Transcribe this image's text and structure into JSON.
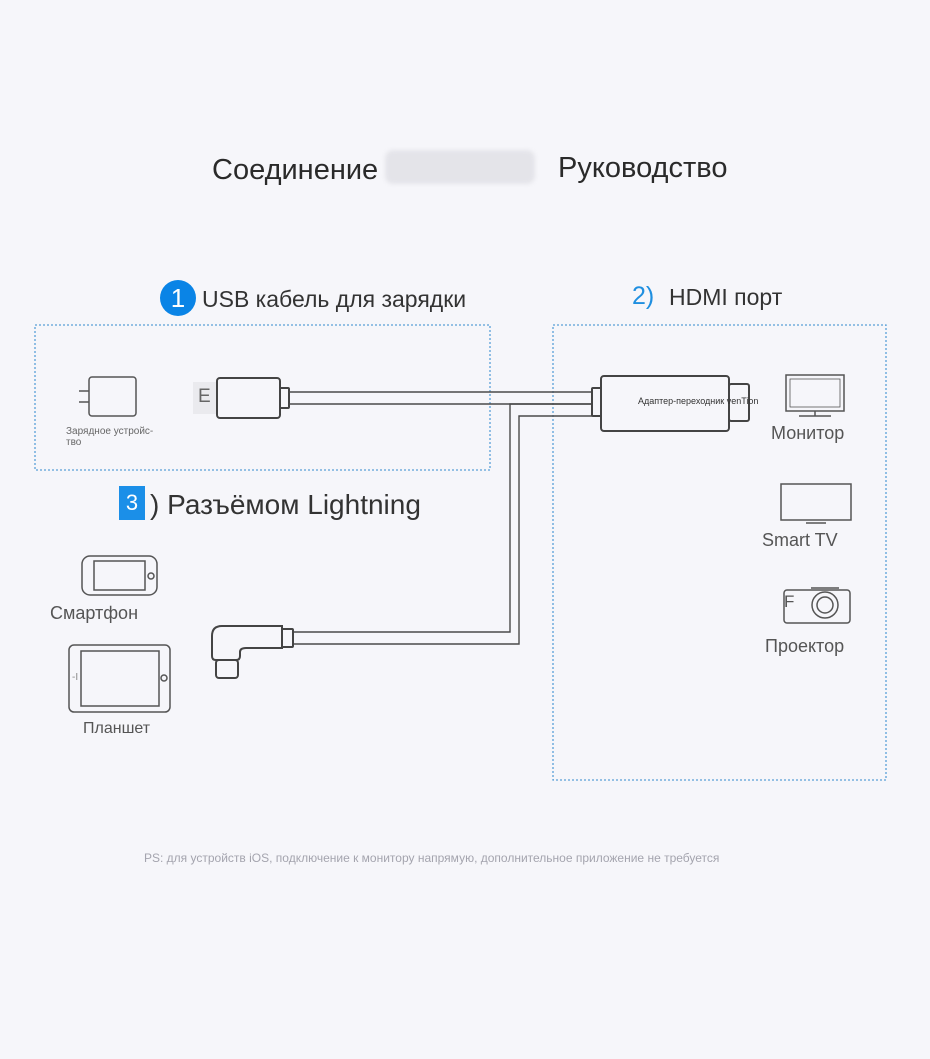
{
  "header": {
    "title_left": "Соединение",
    "title_right": "Руководство"
  },
  "sections": {
    "usb": {
      "number": "1",
      "label": "USB кабель для зарядки"
    },
    "hdmi": {
      "number": "2)",
      "label": "HDMI порт"
    },
    "lightning": {
      "number": "3",
      "label": ") Разъёмом Lightning"
    }
  },
  "devices": {
    "charger_label": "Зарядное устройс-\nтво",
    "usb_plug_letter": "E",
    "adapter_label": "Адаптер-переходник venTion",
    "monitor": "Монитор",
    "smart_tv": "Smart TV",
    "projector_letter": "F",
    "projector": "Проектор",
    "smartphone": "Смартфон",
    "tablet": "Планшет",
    "tablet_mark": "-I"
  },
  "footnote": "PS: для устройств iOS, подключение к монитору напрямую, дополнительное приложение не требуется",
  "colors": {
    "accent_blue": "#0a84e6",
    "dotted_border": "#5aa0d8",
    "line_dark": "#4a4a4a",
    "background": "#f6f6fa"
  }
}
